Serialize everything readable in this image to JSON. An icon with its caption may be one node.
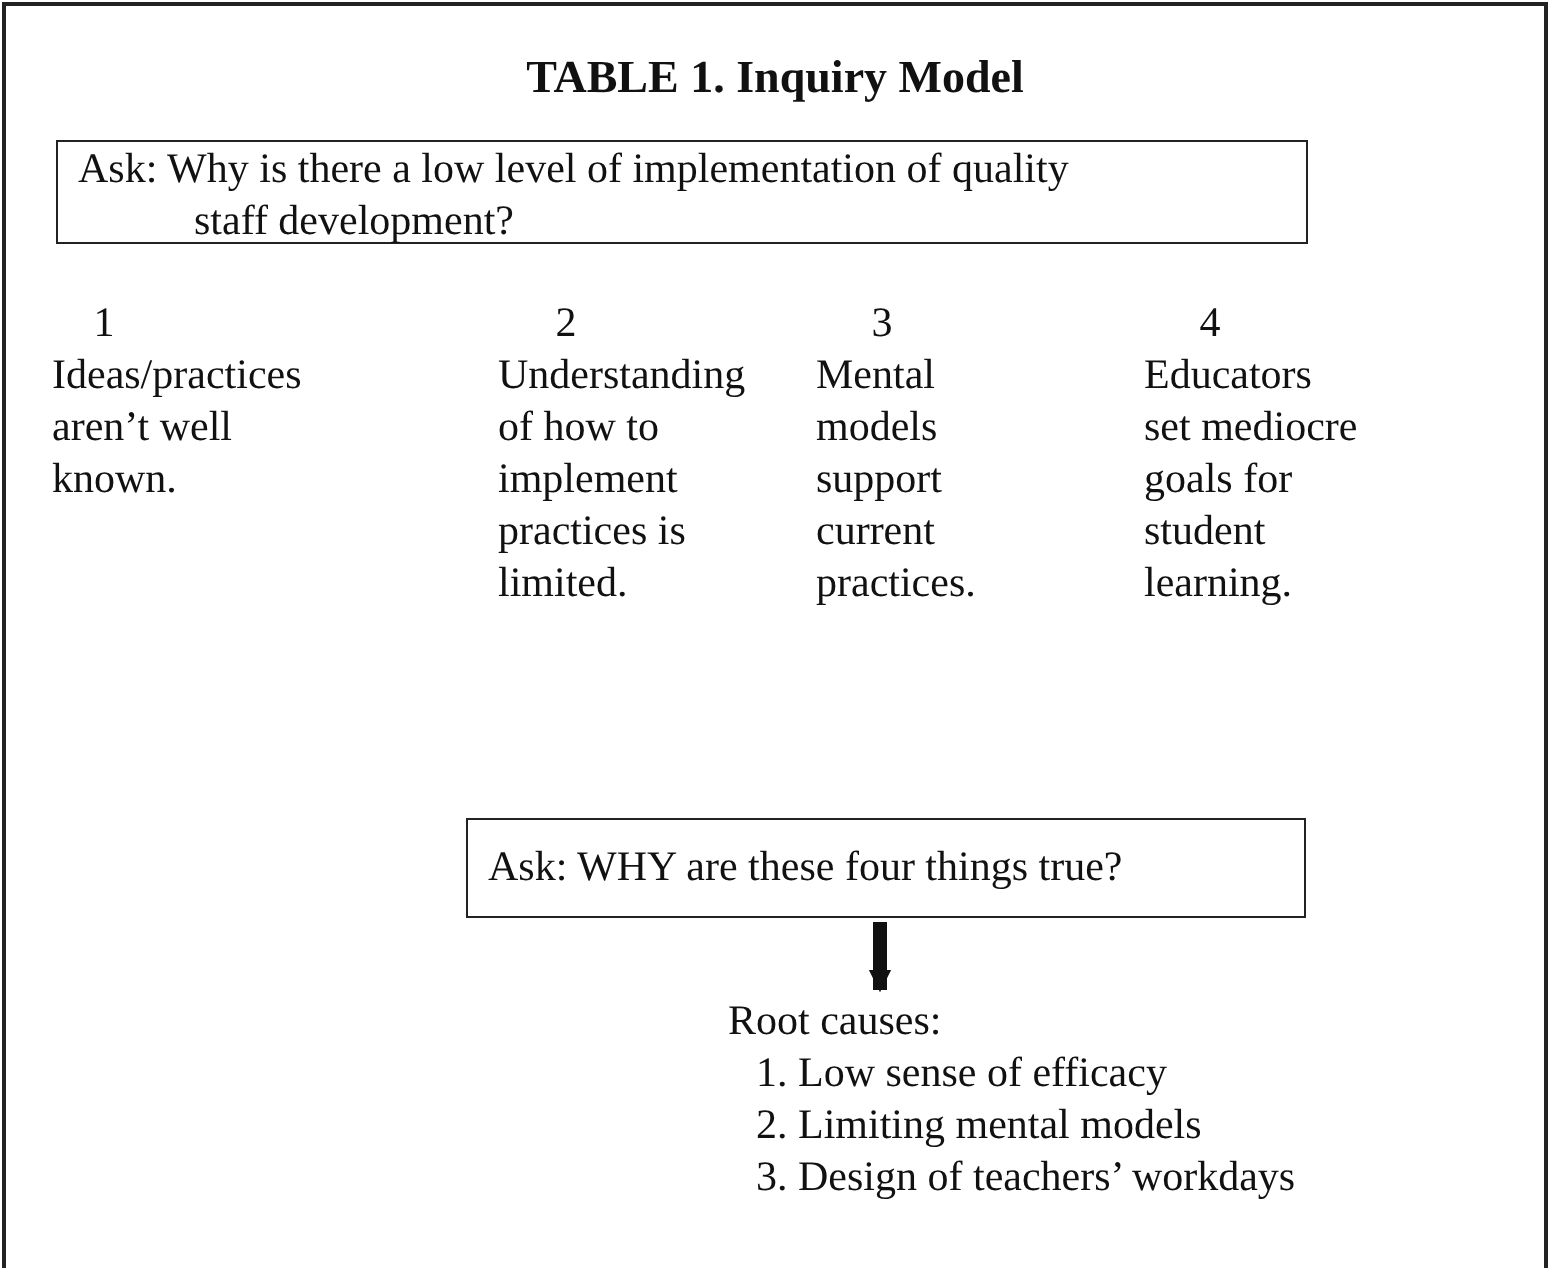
{
  "diagram": {
    "title": "TABLE 1. Inquiry Model",
    "nodes": [
      {
        "text": [
          "Ask: Why is there a low level of implementation of quality staff development?"
        ]
      },
      {
        "text": [
          "Ask: WHY are these four things true?"
        ]
      },
      {
        "text": [
          "Root causes:",
          "1. Low sense of efficacy",
          "2. Limiting mental models",
          "3. Design of teachers’ workdays"
        ]
      }
    ],
    "edges": [
      {
        "from": 1,
        "to": 2,
        "arrow": "to"
      }
    ],
    "labels": [
      "1",
      "2",
      "3",
      "4",
      "Ideas/practices aren’t well known.",
      "Understanding of how to implement practices is limited.",
      "Mental models support current practices.",
      "Educators set mediocre goals for student learning."
    ]
  }
}
